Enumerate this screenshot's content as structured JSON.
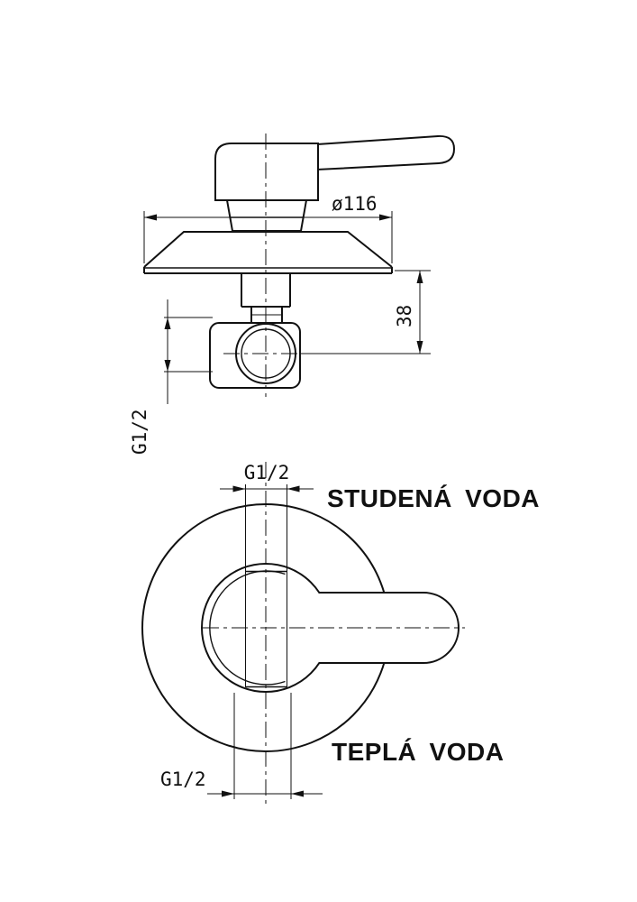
{
  "drawing": {
    "side_view": {
      "dim_diameter": "ø116",
      "dim_depth": "38",
      "dim_thread_side": "G1/2"
    },
    "front_view": {
      "dim_thread_top": "G1/2",
      "dim_thread_bottom": "G1/2",
      "label_cold": "STUDENÁ VODA",
      "label_hot": "TEPLÁ VODA"
    },
    "colors": {
      "line": "#111111",
      "background": "#ffffff"
    }
  }
}
